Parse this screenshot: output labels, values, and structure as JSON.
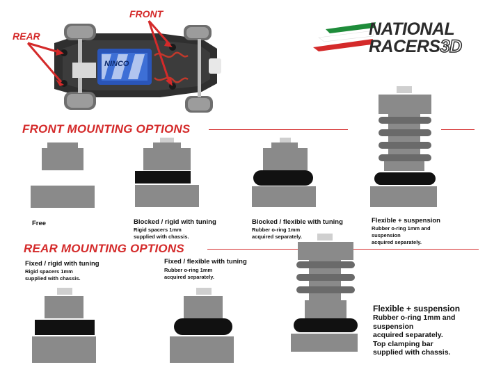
{
  "brand": {
    "name_line1": "NATIONAL",
    "name_line2": "RACERS",
    "name_suffix": "3D",
    "colors": {
      "green": "#1e8c3a",
      "red": "#d42a2a",
      "dark": "#2b2b2b"
    }
  },
  "photo": {
    "callout_rear": "REAR",
    "callout_front": "FRONT",
    "motor_label": "NINCO"
  },
  "front_section": {
    "title": "FRONT MOUNTING OPTIONS",
    "options": [
      {
        "title": "Free",
        "body": ""
      },
      {
        "title": "Blocked / rigid with tuning",
        "body": "Rigid spacers 1mm\nsupplied with chassis."
      },
      {
        "title": "Blocked / flexible with tuning",
        "body": "Rubber o-ring 1mm\nacquired separately."
      },
      {
        "title": "Flexible + suspension",
        "body": "Rubber o-ring 1mm and\nsuspension\nacquired separately."
      }
    ]
  },
  "rear_section": {
    "title": "REAR MOUNTING OPTIONS",
    "options": [
      {
        "title": "Fixed / rigid with tuning",
        "body": "Rigid spacers 1mm\nsupplied with chassis."
      },
      {
        "title": "Fixed / flexible with tuning",
        "body": "Rubber o-ring 1mm\nacquired separately."
      },
      {
        "title": "Flexible + suspension",
        "body": "Rubber o-ring 1mm and\nsuspension\nacquired separately.\nTop clamping bar\nsupplied with chassis."
      }
    ]
  },
  "colors": {
    "grey_block": "#8a8a8a",
    "light_grey": "#c8c8c8",
    "black_spacer": "#111111",
    "spring": "#6a6a6a"
  }
}
